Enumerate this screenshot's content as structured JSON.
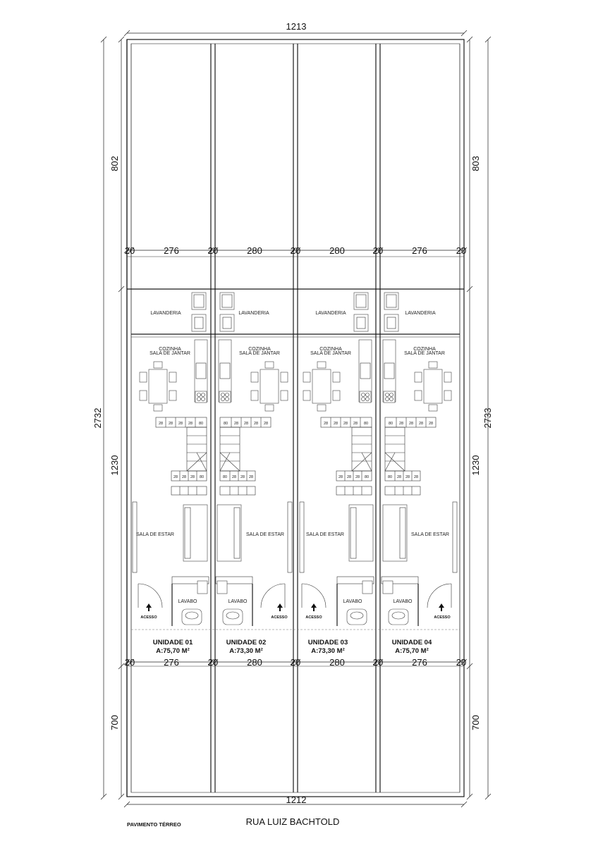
{
  "dimensions": {
    "top_width": "1213",
    "bottom_width": "1212",
    "left_total": "2732",
    "right_total": "2733",
    "left_rear": "802",
    "right_rear": "803",
    "left_middle": "1230",
    "right_middle": "1230",
    "left_front": "700",
    "right_front": "700",
    "wall": "20",
    "widths": [
      "276",
      "280",
      "280",
      "276"
    ]
  },
  "rooms": {
    "laundry": "LAVANDERIA",
    "kitchen": "COZINHA",
    "dining": "SALA DE JANTAR",
    "living": "SALA DE ESTAR",
    "washroom": "LAVABO",
    "access": "ACESSO"
  },
  "units": [
    {
      "name": "UNIDADE 01",
      "area": "A:75,70 M²"
    },
    {
      "name": "UNIDADE 02",
      "area": "A:73,30 M²"
    },
    {
      "name": "UNIDADE 03",
      "area": "A:73,30 M²"
    },
    {
      "name": "UNIDADE 04",
      "area": "A:75,70 M²"
    }
  ],
  "stairs": {
    "upper_a": [
      "28",
      "28",
      "28",
      "28",
      "80"
    ],
    "upper_b": [
      "80",
      "28",
      "28",
      "28",
      "28"
    ],
    "lower_a": [
      "28",
      "28",
      "28",
      "80"
    ],
    "lower_b": [
      "80",
      "28",
      "28",
      "28"
    ]
  },
  "street": "RUA LUIZ BACHTOLD",
  "floor_label": "PAVIMENTO TÉRREO"
}
